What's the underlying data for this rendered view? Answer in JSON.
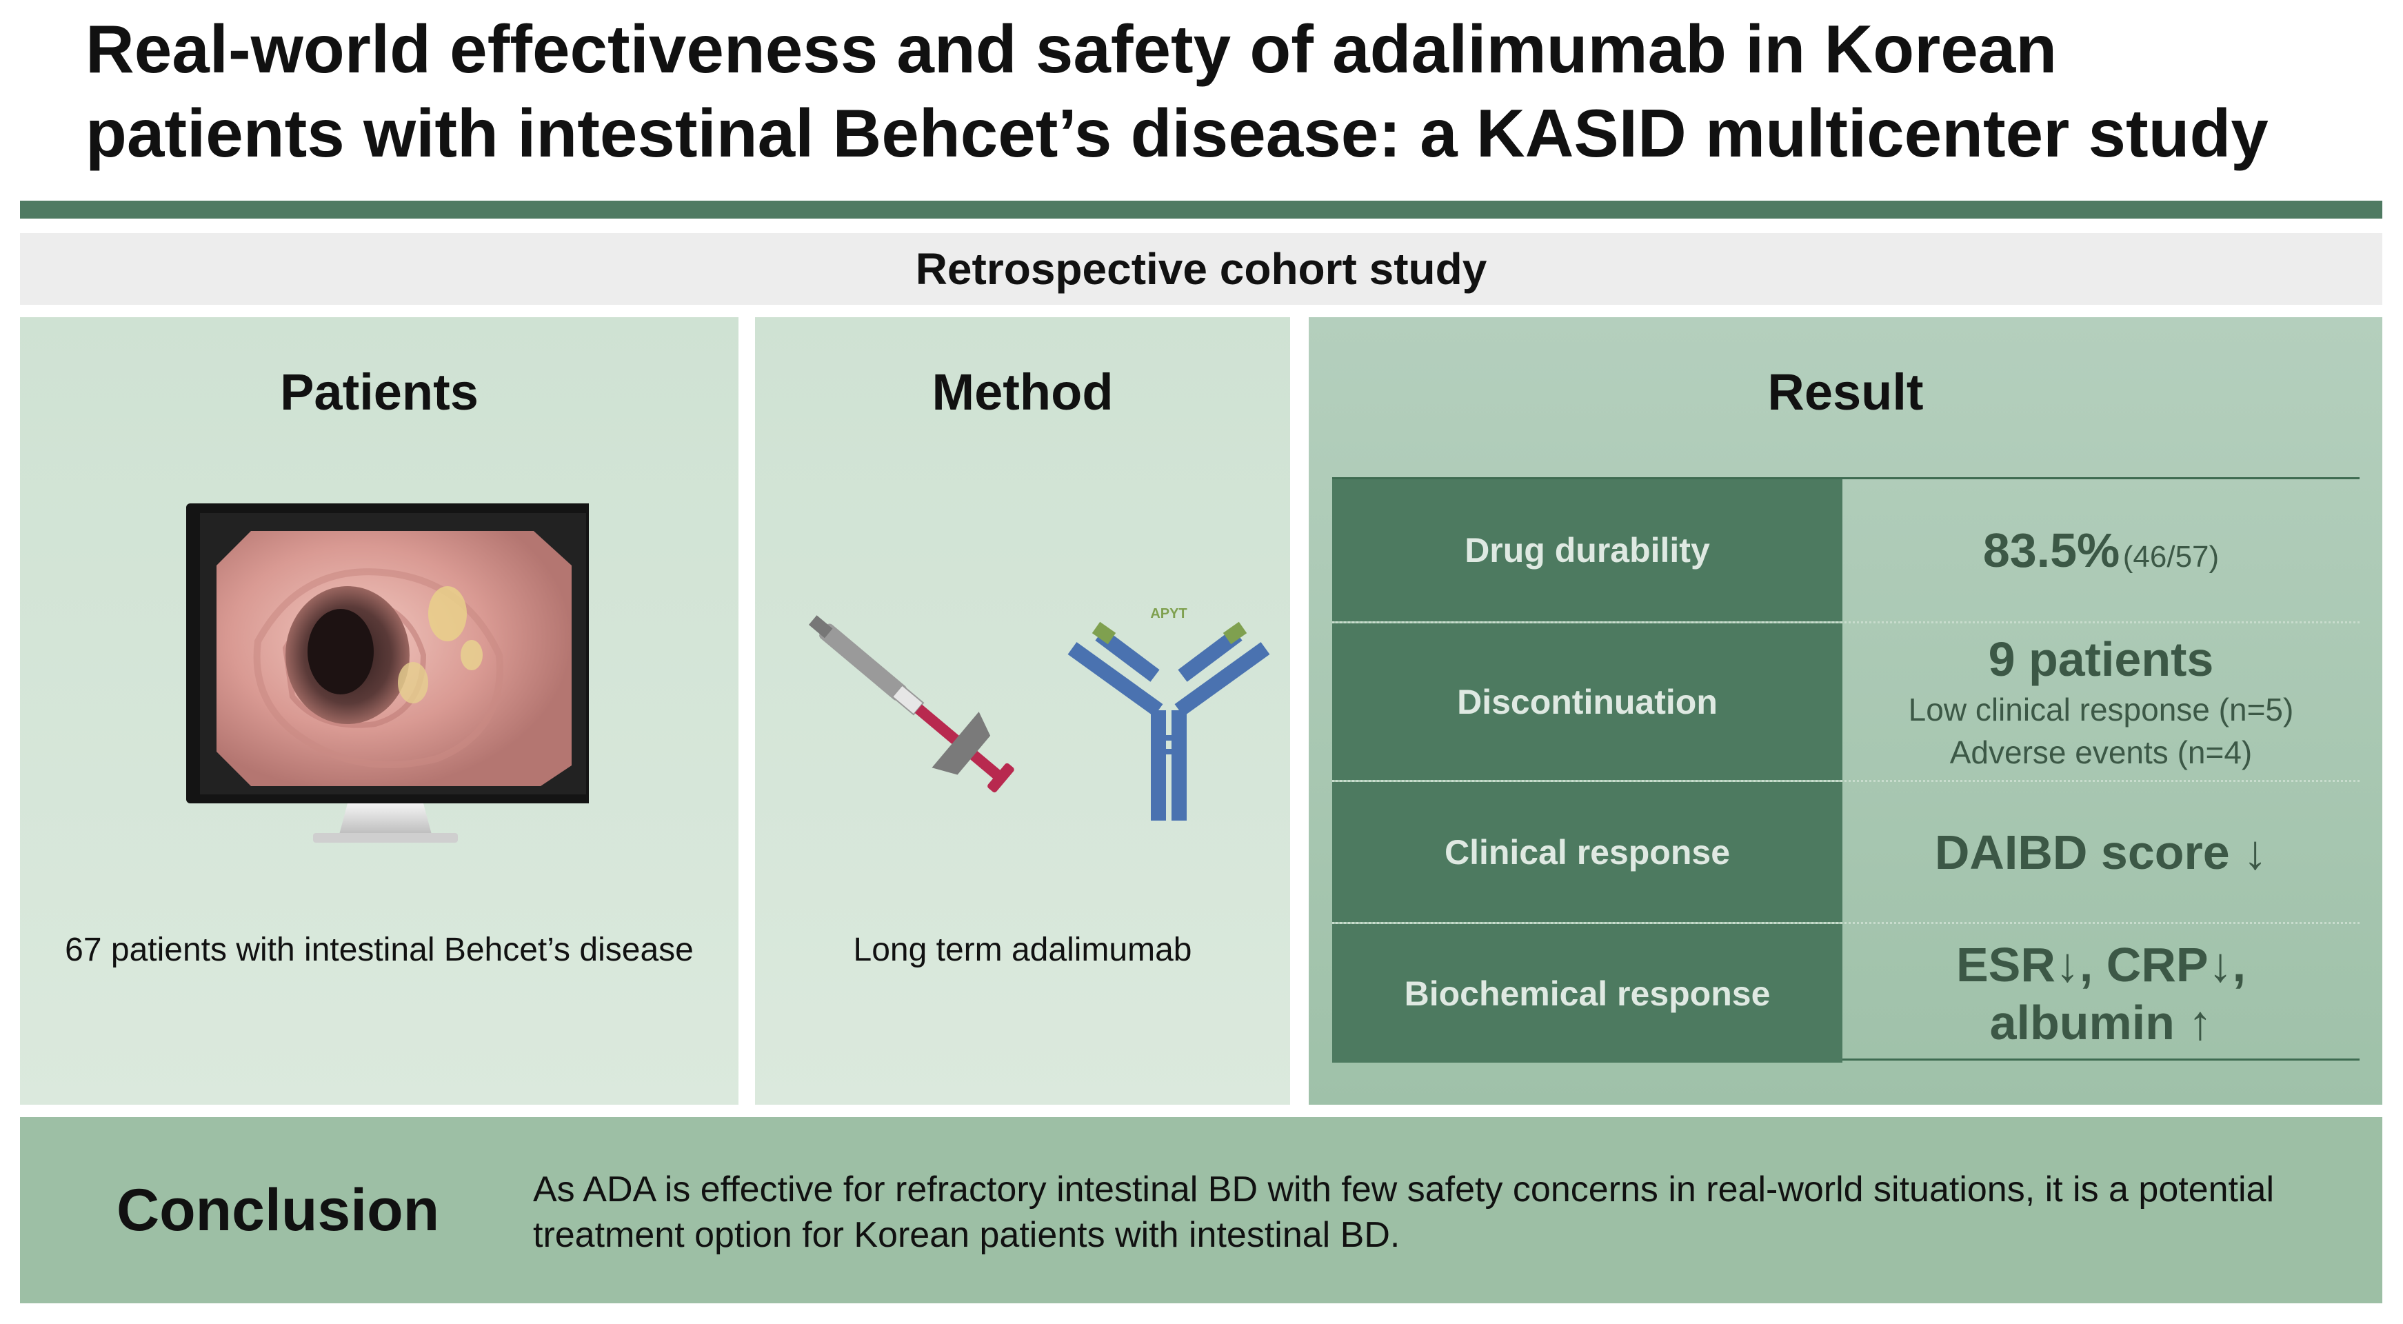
{
  "title": {
    "line1": "Real-world effectiveness and safety of adalimumab in Korean",
    "line2": "patients with intestinal Behcet’s disease: a KASID multicenter study"
  },
  "study_type": "Retrospective cohort study",
  "patients": {
    "heading": "Patients",
    "caption": "67 patients with intestinal Behcet’s disease",
    "icon": "endoscopy-monitor"
  },
  "method": {
    "heading": "Method",
    "caption": "Long term adalimumab",
    "antibody_label": "APYT",
    "icons": [
      "syringe",
      "antibody"
    ]
  },
  "result": {
    "heading": "Result",
    "rows": [
      {
        "label": "Drug durability",
        "value": "83.5%",
        "detail": "(46/57)"
      },
      {
        "label": "Discontinuation",
        "value": "9 patients",
        "lines": [
          "Low clinical response (n=5)",
          "Adverse events (n=4)"
        ]
      },
      {
        "label": "Clinical response",
        "value": "DAIBD score ↓"
      },
      {
        "label": "Biochemical response",
        "value_line1": "ESR↓, CRP↓,",
        "value_line2": "albumin ↑"
      }
    ]
  },
  "conclusion": {
    "label": "Conclusion",
    "text": "As ADA is effective for refractory intestinal BD with few safety concerns in real-world situations, it is a potential treatment option for Korean patients with intestinal BD."
  },
  "colors": {
    "accent_green": "#4f7a62",
    "table_label_bg": "#4d7a60",
    "panel_light": "#d4e6d8",
    "result_bg": "#a9c8b2",
    "conclusion_bg": "#9dbfa5",
    "antibody_blue": "#4a72b0"
  }
}
